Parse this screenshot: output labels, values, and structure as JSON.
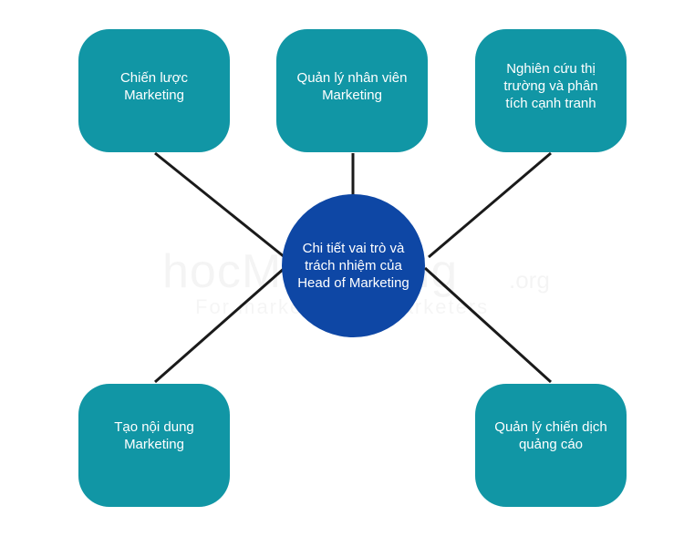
{
  "diagram": {
    "center": {
      "label": "Chi tiết vai trò và\ntrách nhiệm của\nHead of Marketing",
      "color": "#0e47a5"
    },
    "nodes": [
      {
        "label": "Chiến lược\nMarketing"
      },
      {
        "label": "Quản lý nhân viên\nMarketing"
      },
      {
        "label": "Nghiên cứu thị\ntrường và phân\ntích cạnh tranh"
      },
      {
        "label": "Tạo nội dung\nMarketing"
      },
      {
        "label": "Quản lý chiến dịch\nquảng cáo"
      }
    ],
    "node_color": "#1196a5",
    "connector_color": "#1a1a1a"
  },
  "watermark": {
    "brand": "hocMarketing",
    "suffix": ".org",
    "tagline": "For marketers by marketers"
  }
}
